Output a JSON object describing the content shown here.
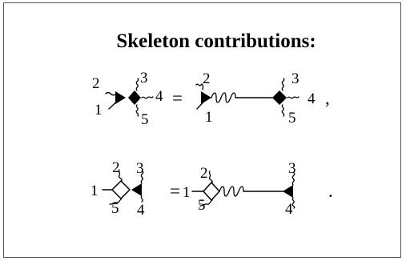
{
  "title": "Skeleton contributions:",
  "equation1": {
    "lhs": {
      "label_1": "1",
      "label_2": "2",
      "label_3": "3",
      "label_4": "4",
      "label_5": "5"
    },
    "equals": "=",
    "rhs": {
      "label_1": "1",
      "label_2": "2",
      "label_3": "3",
      "label_4": "4",
      "label_5": "5"
    },
    "trailing": ","
  },
  "equation2": {
    "lhs": {
      "label_1": "1",
      "label_2": "2",
      "label_3": "3",
      "label_4": "4",
      "label_5": "5"
    },
    "equals": "=",
    "rhs": {
      "label_1": "1",
      "label_2": "2",
      "label_3": "3",
      "label_4": "4",
      "label_5": "5"
    },
    "trailing": "."
  }
}
